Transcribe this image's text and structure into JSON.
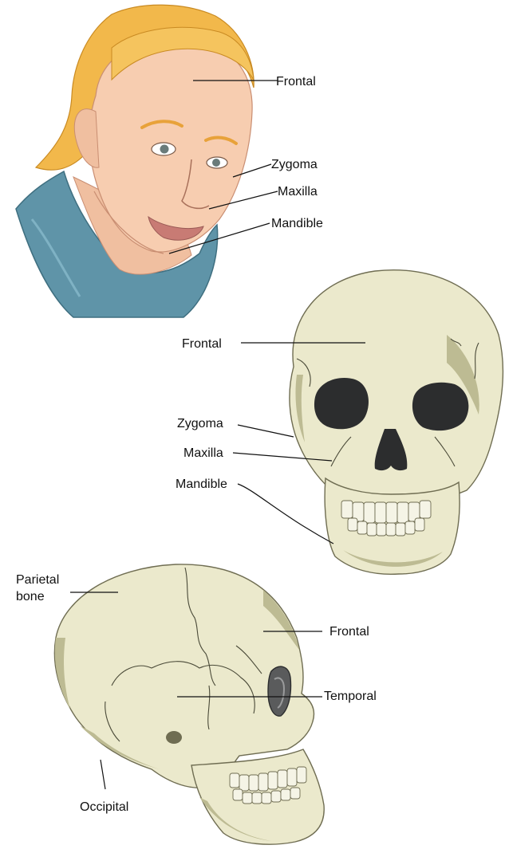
{
  "face_labels": {
    "frontal": "Frontal",
    "zygoma": "Zygoma",
    "maxilla": "Maxilla",
    "mandible": "Mandible"
  },
  "front_skull_labels": {
    "frontal": "Frontal",
    "zygoma": "Zygoma",
    "maxilla": "Maxilla",
    "mandible": "Mandible"
  },
  "side_skull_labels": {
    "parietal_line1": "Parietal",
    "parietal_line2": "bone",
    "frontal": "Frontal",
    "temporal": "Temporal",
    "occipital": "Occipital"
  },
  "colors": {
    "hair": "#f2b84b",
    "skin": "#f7cdb0",
    "clothing": "#5f94a8",
    "bone": "#ebe9cc",
    "bone_shadow": "#bdbb93",
    "cavity": "#2c2d2e"
  }
}
